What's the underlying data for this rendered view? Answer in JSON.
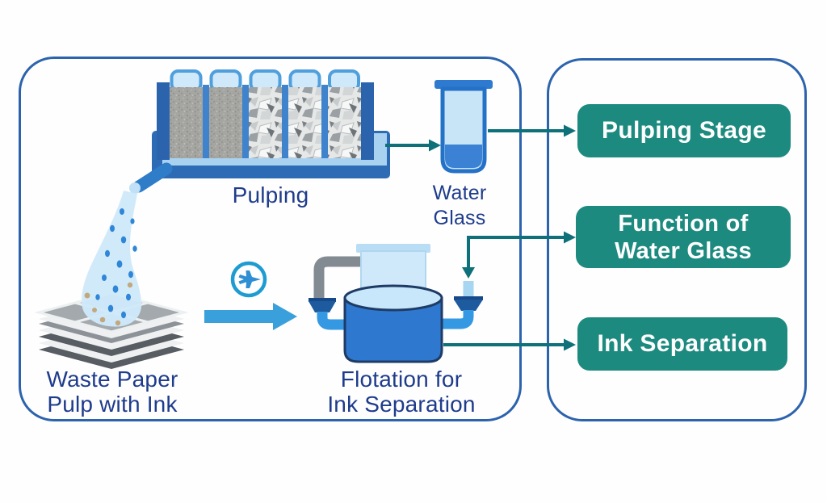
{
  "colors": {
    "callout_background": "#1d8a7f",
    "connector_teal": "#0e7078",
    "label_navy": "#1e3c8c",
    "panel_border_blue": "#2c63ad",
    "flow_arrow_blue": "#3aa0dc"
  },
  "process_panel": {
    "pulping_label": "Pulping",
    "water_glass_label_lines": [
      "Water",
      "Glass"
    ],
    "waste_paper_label_lines": [
      "Waste Paper",
      "Pulp with Ink"
    ],
    "flotation_label_lines": [
      "Flotation for",
      "Ink Separation"
    ]
  },
  "legend_panel": {
    "callouts": [
      {
        "id": "pulping-stage",
        "label": "Pulping Stage"
      },
      {
        "id": "function-of-water-glass",
        "lines": [
          "Function of",
          "Water Glass"
        ]
      },
      {
        "id": "ink-separation",
        "label": "Ink Separation"
      }
    ]
  },
  "icons": {
    "transfer_plane": "plane-in-circle-icon"
  },
  "connections": [
    {
      "from": "waste-paper-stack",
      "to": "flotation-cell",
      "style": "blue-block-arrow"
    },
    {
      "from": "pulping-machine",
      "to": "water-glass",
      "style": "teal-arrow"
    },
    {
      "from": "water-glass",
      "to": "pulping-stage-callout",
      "style": "teal-arrow"
    },
    {
      "from": "water-glass-branch",
      "to": "function-of-water-glass-callout",
      "style": "teal-arrow"
    },
    {
      "from": "water-glass-branch",
      "to": "flotation-cell-inlet",
      "style": "teal-arrow"
    },
    {
      "from": "flotation-cell",
      "to": "ink-separation-callout",
      "style": "teal-arrow"
    }
  ]
}
